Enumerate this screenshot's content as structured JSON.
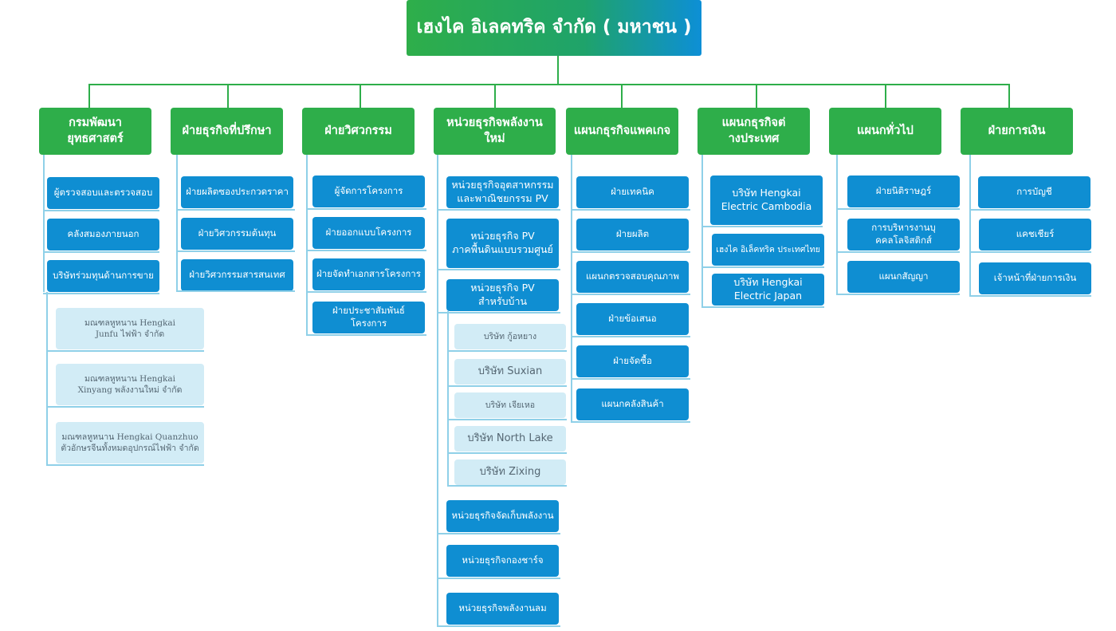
{
  "root": "เฮงไค อิเลคทริค จำกัด ( มหาชน )",
  "departments": [
    {
      "label": "กรมพัฒนายุทธศาสตร์",
      "items": [
        "ผู้ตรวจสอบและตรวจสอบ",
        "คลังสมองภายนอก",
        "บริษัทร่วมทุนด้านการขาย"
      ],
      "subitems": [
        "มณฑลหูหนาน Hengkai\nJunfu ไฟฟ้า จำกัด",
        "มณฑลหูหนาน Hengkai\nXinyang พลังงานใหม่ จำกัด",
        "มณฑลหูหนาน Hengkai Quanzhuo\nตัวอักษรจีนทั้งหมดอุปกรณ์ไฟฟ้า จำกัด"
      ]
    },
    {
      "label": "ฝ่ายธุรกิจที่ปรึกษา",
      "items": [
        "ฝ่ายผลิตซองประกวดราคา",
        "ฝ่ายวิศวกรรมต้นทุน",
        "ฝ่ายวิศวกรรมสารสนเทศ"
      ]
    },
    {
      "label": "ฝ่ายวิศวกรรม",
      "items": [
        "ผู้จัดการโครงการ",
        "ฝ่ายออกแบบโครงการ",
        "ฝ่ายจัดทำเอกสารโครงการ",
        "ฝ่ายประชาสัมพันธ์โครงการ"
      ]
    },
    {
      "label": "หน่วยธุรกิจพลังงานใหม่",
      "items": [
        "หน่วยธุรกิจอุตสาหกรรม\nและพาณิชยกรรม PV",
        "หน่วยธุรกิจ PV\nภาคพื้นดินแบบรวมศูนย์",
        "หน่วยธุรกิจ PV\nสำหรับบ้าน"
      ],
      "subitems": [
        "บริษัท กู้อหยาง",
        "บริษัท Suxian",
        "บริษัท เจียเหอ",
        "บริษัท North Lake",
        "บริษัท Zixing"
      ],
      "more_items": [
        "หน่วยธุรกิจจัดเก็บพลังงาน",
        "หน่วยธุรกิจกองชาร์จ",
        "หน่วยธุรกิจพลังงานลม"
      ]
    },
    {
      "label": "แผนกธุรกิจแพคเกจ",
      "items": [
        "ฝ่ายเทคนิค",
        "ฝ่ายผลิต",
        "แผนกตรวจสอบคุณภาพ",
        "ฝ่ายข้อเสนอ",
        "ฝ่ายจัดซื้อ",
        "แผนกคลังสินค้า"
      ]
    },
    {
      "label": "แผนกธุรกิจต่\nางประเทศ",
      "items": [
        "บริษัท Hengkai\nElectric Cambodia",
        "เฮงไค อิเล็คทริค ประเทศไทย",
        "บริษัท Hengkai\nElectric Japan"
      ]
    },
    {
      "label": "แผนกทั่วไป",
      "items": [
        "ฝ่ายนิติราษฎร์",
        "การบริหารงานบุ\nคคลโลจิสติกส์",
        "แผนกสัญญา"
      ]
    },
    {
      "label": "ฝ่ายการเงิน",
      "items": [
        "การบัญชี",
        "แคชเชียร์",
        "เจ้าหน้าที่ฝ่ายการเงิน"
      ]
    }
  ],
  "colors": {
    "green": "#2eae4a",
    "blue": "#0f8ed2",
    "pale": "#d2ecf6",
    "line_green": "#2eae4a",
    "line_blue": "#8fd0e8"
  }
}
